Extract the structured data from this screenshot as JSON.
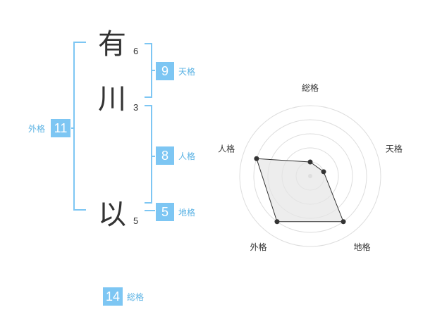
{
  "name": {
    "characters": [
      {
        "char": "有",
        "strokes": "6"
      },
      {
        "char": "川",
        "strokes": "3"
      },
      {
        "char": "以",
        "strokes": "5"
      }
    ]
  },
  "fortune": {
    "tenkaku": {
      "value": "9",
      "label": "天格"
    },
    "jinkaku": {
      "value": "8",
      "label": "人格"
    },
    "chikaku": {
      "value": "5",
      "label": "地格"
    },
    "gaikaku": {
      "value": "11",
      "label": "外格"
    },
    "soukaku": {
      "value": "14",
      "label": "総格"
    }
  },
  "colors": {
    "accent": "#7dc6f3",
    "accent_text": "#5cb3e4",
    "bracket": "#7dc6f3",
    "radar_fill": "#e6e6e6",
    "radar_line": "#333333",
    "grid": "#dddddd"
  },
  "chart_data": {
    "type": "radar",
    "categories": [
      "総格",
      "天格",
      "地格",
      "外格",
      "人格"
    ],
    "values": [
      1,
      1,
      4,
      4,
      4
    ],
    "rmax": 5,
    "rings": 5
  }
}
